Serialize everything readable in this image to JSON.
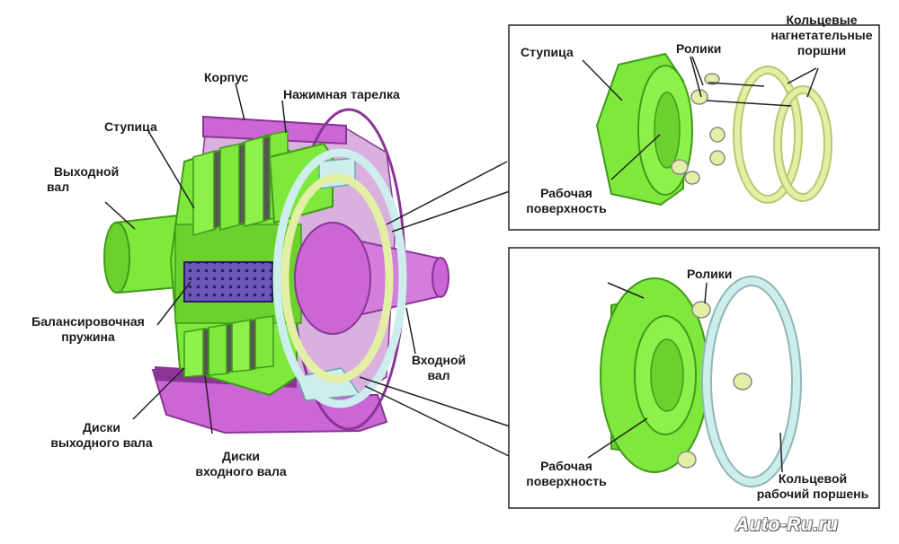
{
  "labels": {
    "korpus": "Корпус",
    "nazhimnaya_tarelka": "Нажимная тарелка",
    "stupitsa_main": "Ступица",
    "vykhodnoy_val_1": "Выходной",
    "vykhodnoy_val_2": "вал",
    "balansirovochnaya_1": "Балансировочная",
    "balansirovochnaya_2": "пружина",
    "vkhodnoy_val_1": "Входной",
    "vkhodnoy_val_2": "вал",
    "diski_vykhodnogo_1": "Диски",
    "diski_vykhodnogo_2": "выходного вала",
    "diski_vkhodnogo_1": "Диски",
    "diski_vkhodnogo_2": "входного вала"
  },
  "inset_top": {
    "stupitsa": "Ступица",
    "roliki": "Ролики",
    "pistons_1": "Кольцевые",
    "pistons_2": "нагнетательные",
    "pistons_3": "поршни",
    "surface_1": "Рабочая",
    "surface_2": "поверхность"
  },
  "inset_bottom": {
    "roliki": "Ролики",
    "surface_1": "Рабочая",
    "surface_2": "поверхность",
    "piston_1": "Кольцевой",
    "piston_2": "рабочий поршень"
  },
  "watermark": "Auto-Ru.ru",
  "colors": {
    "green": "#7fe83c",
    "green_dark": "#3f9a1a",
    "magenta": "#cc66d6",
    "magenta_dark": "#8a3596",
    "pale_yellow": "#e4efa6",
    "pale_cyan": "#cdeeed",
    "purple_spring": "#6d56b8",
    "line": "#222222"
  }
}
